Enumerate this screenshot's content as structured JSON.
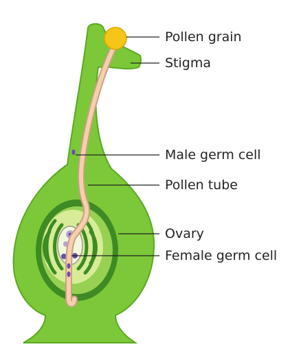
{
  "labels": {
    "pollen_grain": "Pollen grain",
    "stigma": "Stigma",
    "male_germ_cell": "Male germ cell",
    "pollen_tube": "Pollen tube",
    "ovary": "Ovary",
    "female_germ_cell": "Female germ cell"
  },
  "colors": {
    "pistil_fill": "#7cc838",
    "pistil_outline": "#5aa820",
    "ovary_wall": "#3e8a24",
    "ovule_outer": "#d8ec98",
    "ovule_inner": "#f2f7dc",
    "tube_fill": "#f6cfae",
    "tube_outline": "#c9a081",
    "pollen": "#f5c518",
    "cell": "#b9a3d6",
    "nucleus": "#6a4ea6",
    "leader_line": "#222222"
  }
}
